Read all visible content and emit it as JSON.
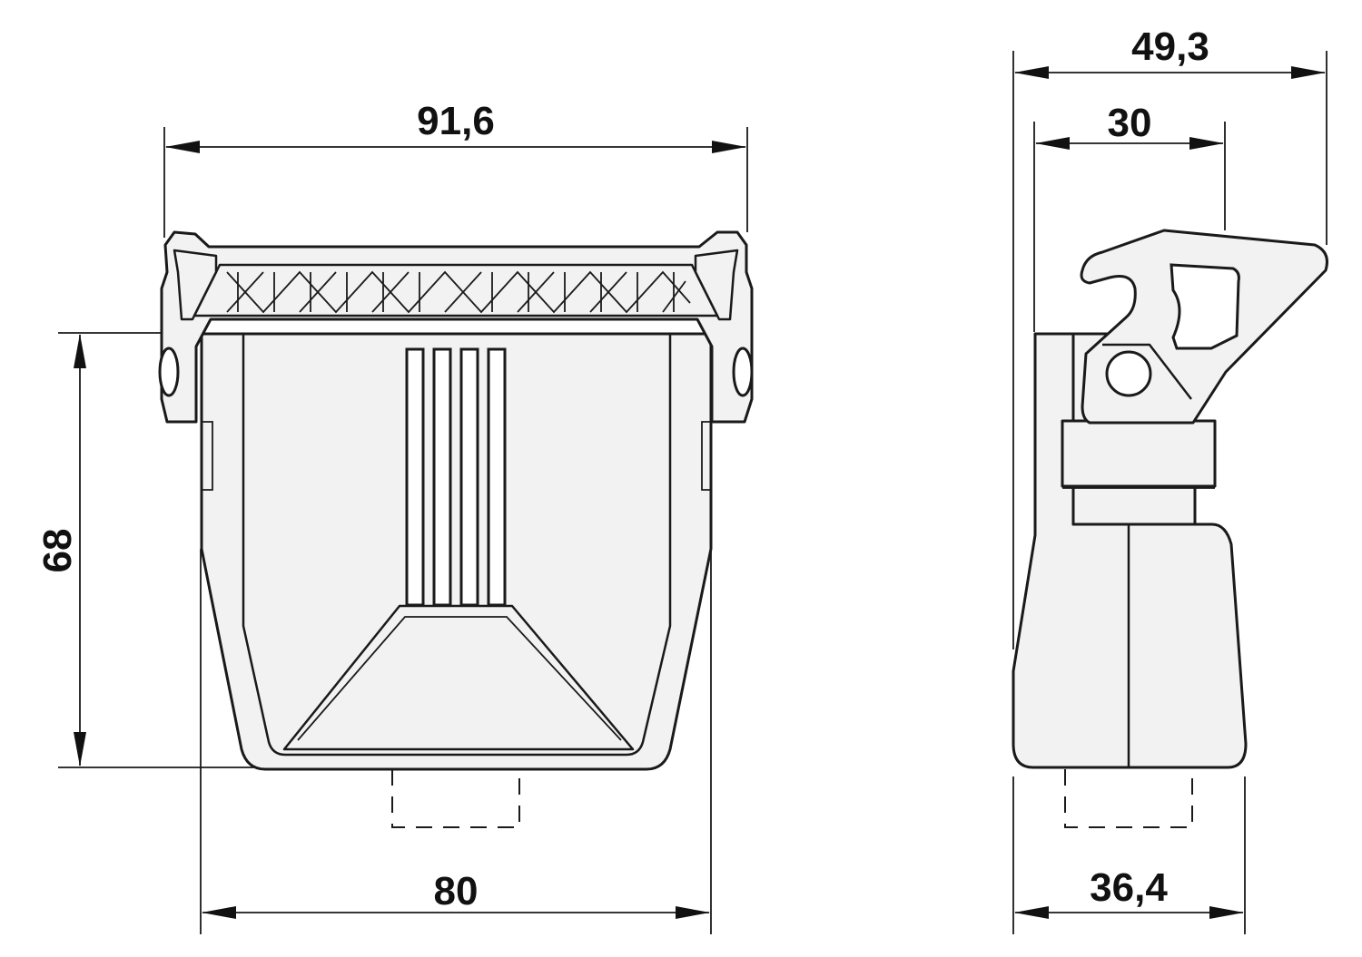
{
  "dimensions": {
    "front_width_top": "91,6",
    "front_width_bottom": "80",
    "front_height": "68",
    "side_width_total": "49,3",
    "side_width_upper": "30",
    "side_width_bottom": "36,4"
  }
}
